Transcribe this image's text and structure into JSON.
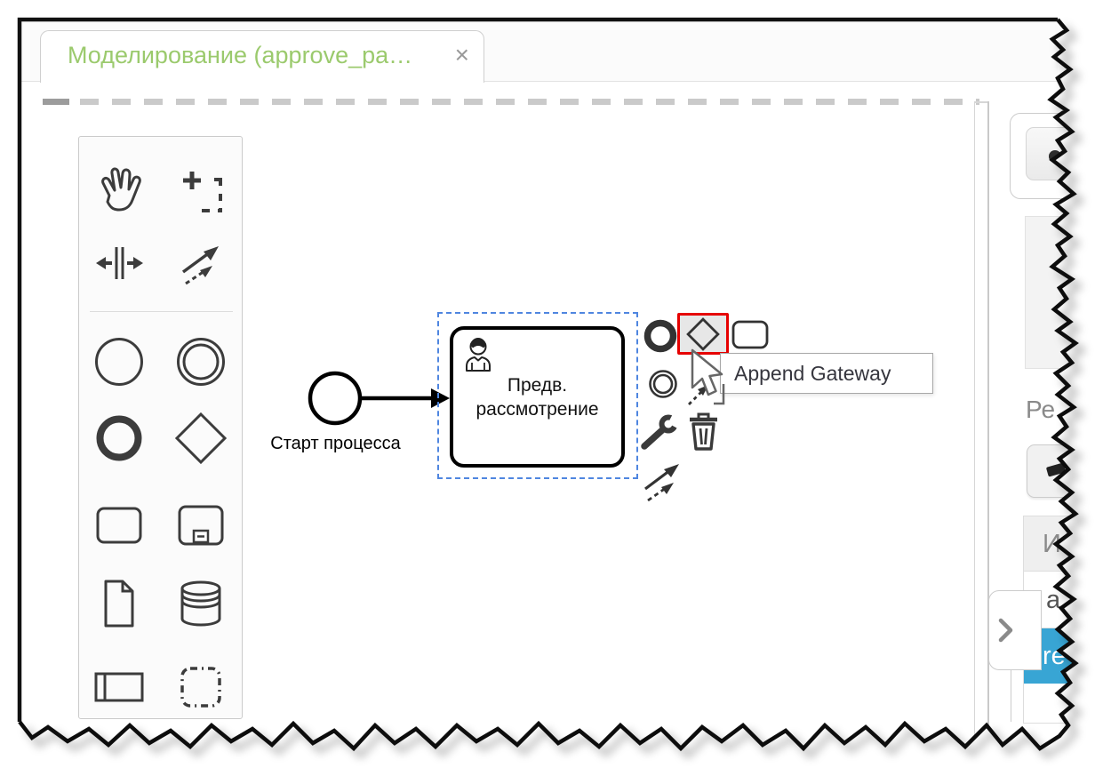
{
  "tab": {
    "title": "Моделирование (approve_pa…",
    "close_glyph": "×"
  },
  "diagram": {
    "start_event_label": "Старт процесса",
    "task_label_line1": "Предв.",
    "task_label_line2": "рассмотрение"
  },
  "context_pad": {
    "tooltip": "Append Gateway",
    "items": [
      "append-end-event",
      "append-gateway",
      "append-task",
      "append-intermediate-event",
      "connect",
      "change-type-wrench",
      "delete-trash",
      "global-connect"
    ],
    "highlighted_item": "append-gateway"
  },
  "palette": {
    "items": [
      "hand-tool",
      "lasso-tool",
      "space-tool",
      "global-connect-tool",
      "create-start-event",
      "create-intermediate-event",
      "create-end-event",
      "create-gateway",
      "create-task",
      "create-expanded-subprocess",
      "create-data-object",
      "create-data-store",
      "create-participant",
      "create-group"
    ]
  },
  "side_panel": {
    "heading_partial": "Ре",
    "table": {
      "header_partial": "И",
      "rows": [
        {
          "text_partial": "a",
          "selected": false
        },
        {
          "text_partial": "re",
          "selected": true
        }
      ]
    }
  },
  "colors": {
    "tab_title_green": "#9bca6d",
    "selection_blue": "#4f86e0",
    "highlight_red": "#e60000",
    "selected_row_blue": "#38a5d4",
    "icon_dark": "#3c3c3c"
  }
}
